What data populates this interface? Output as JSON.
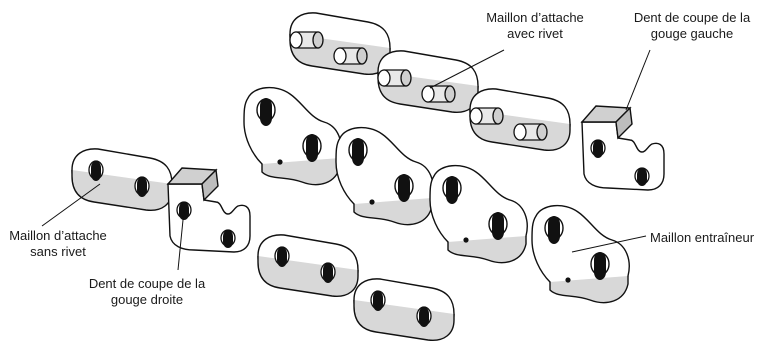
{
  "labels": {
    "tie_strap_with_rivet": {
      "line1": "Maillon d’attache",
      "line2": "avec rivet"
    },
    "left_cutter": {
      "line1": "Dent de coupe de la",
      "line2": "gouge gauche"
    },
    "tie_strap_without_rivet": {
      "line1": "Maillon d’attache",
      "line2": "sans rivet"
    },
    "right_cutter": {
      "line1": "Dent de coupe de la",
      "line2": "gouge droite"
    },
    "drive_link": {
      "line1": "Maillon entraîneur"
    }
  },
  "colors": {
    "stroke": "#111111",
    "fill": "#ffffff",
    "shade": "#d4d4d4"
  }
}
